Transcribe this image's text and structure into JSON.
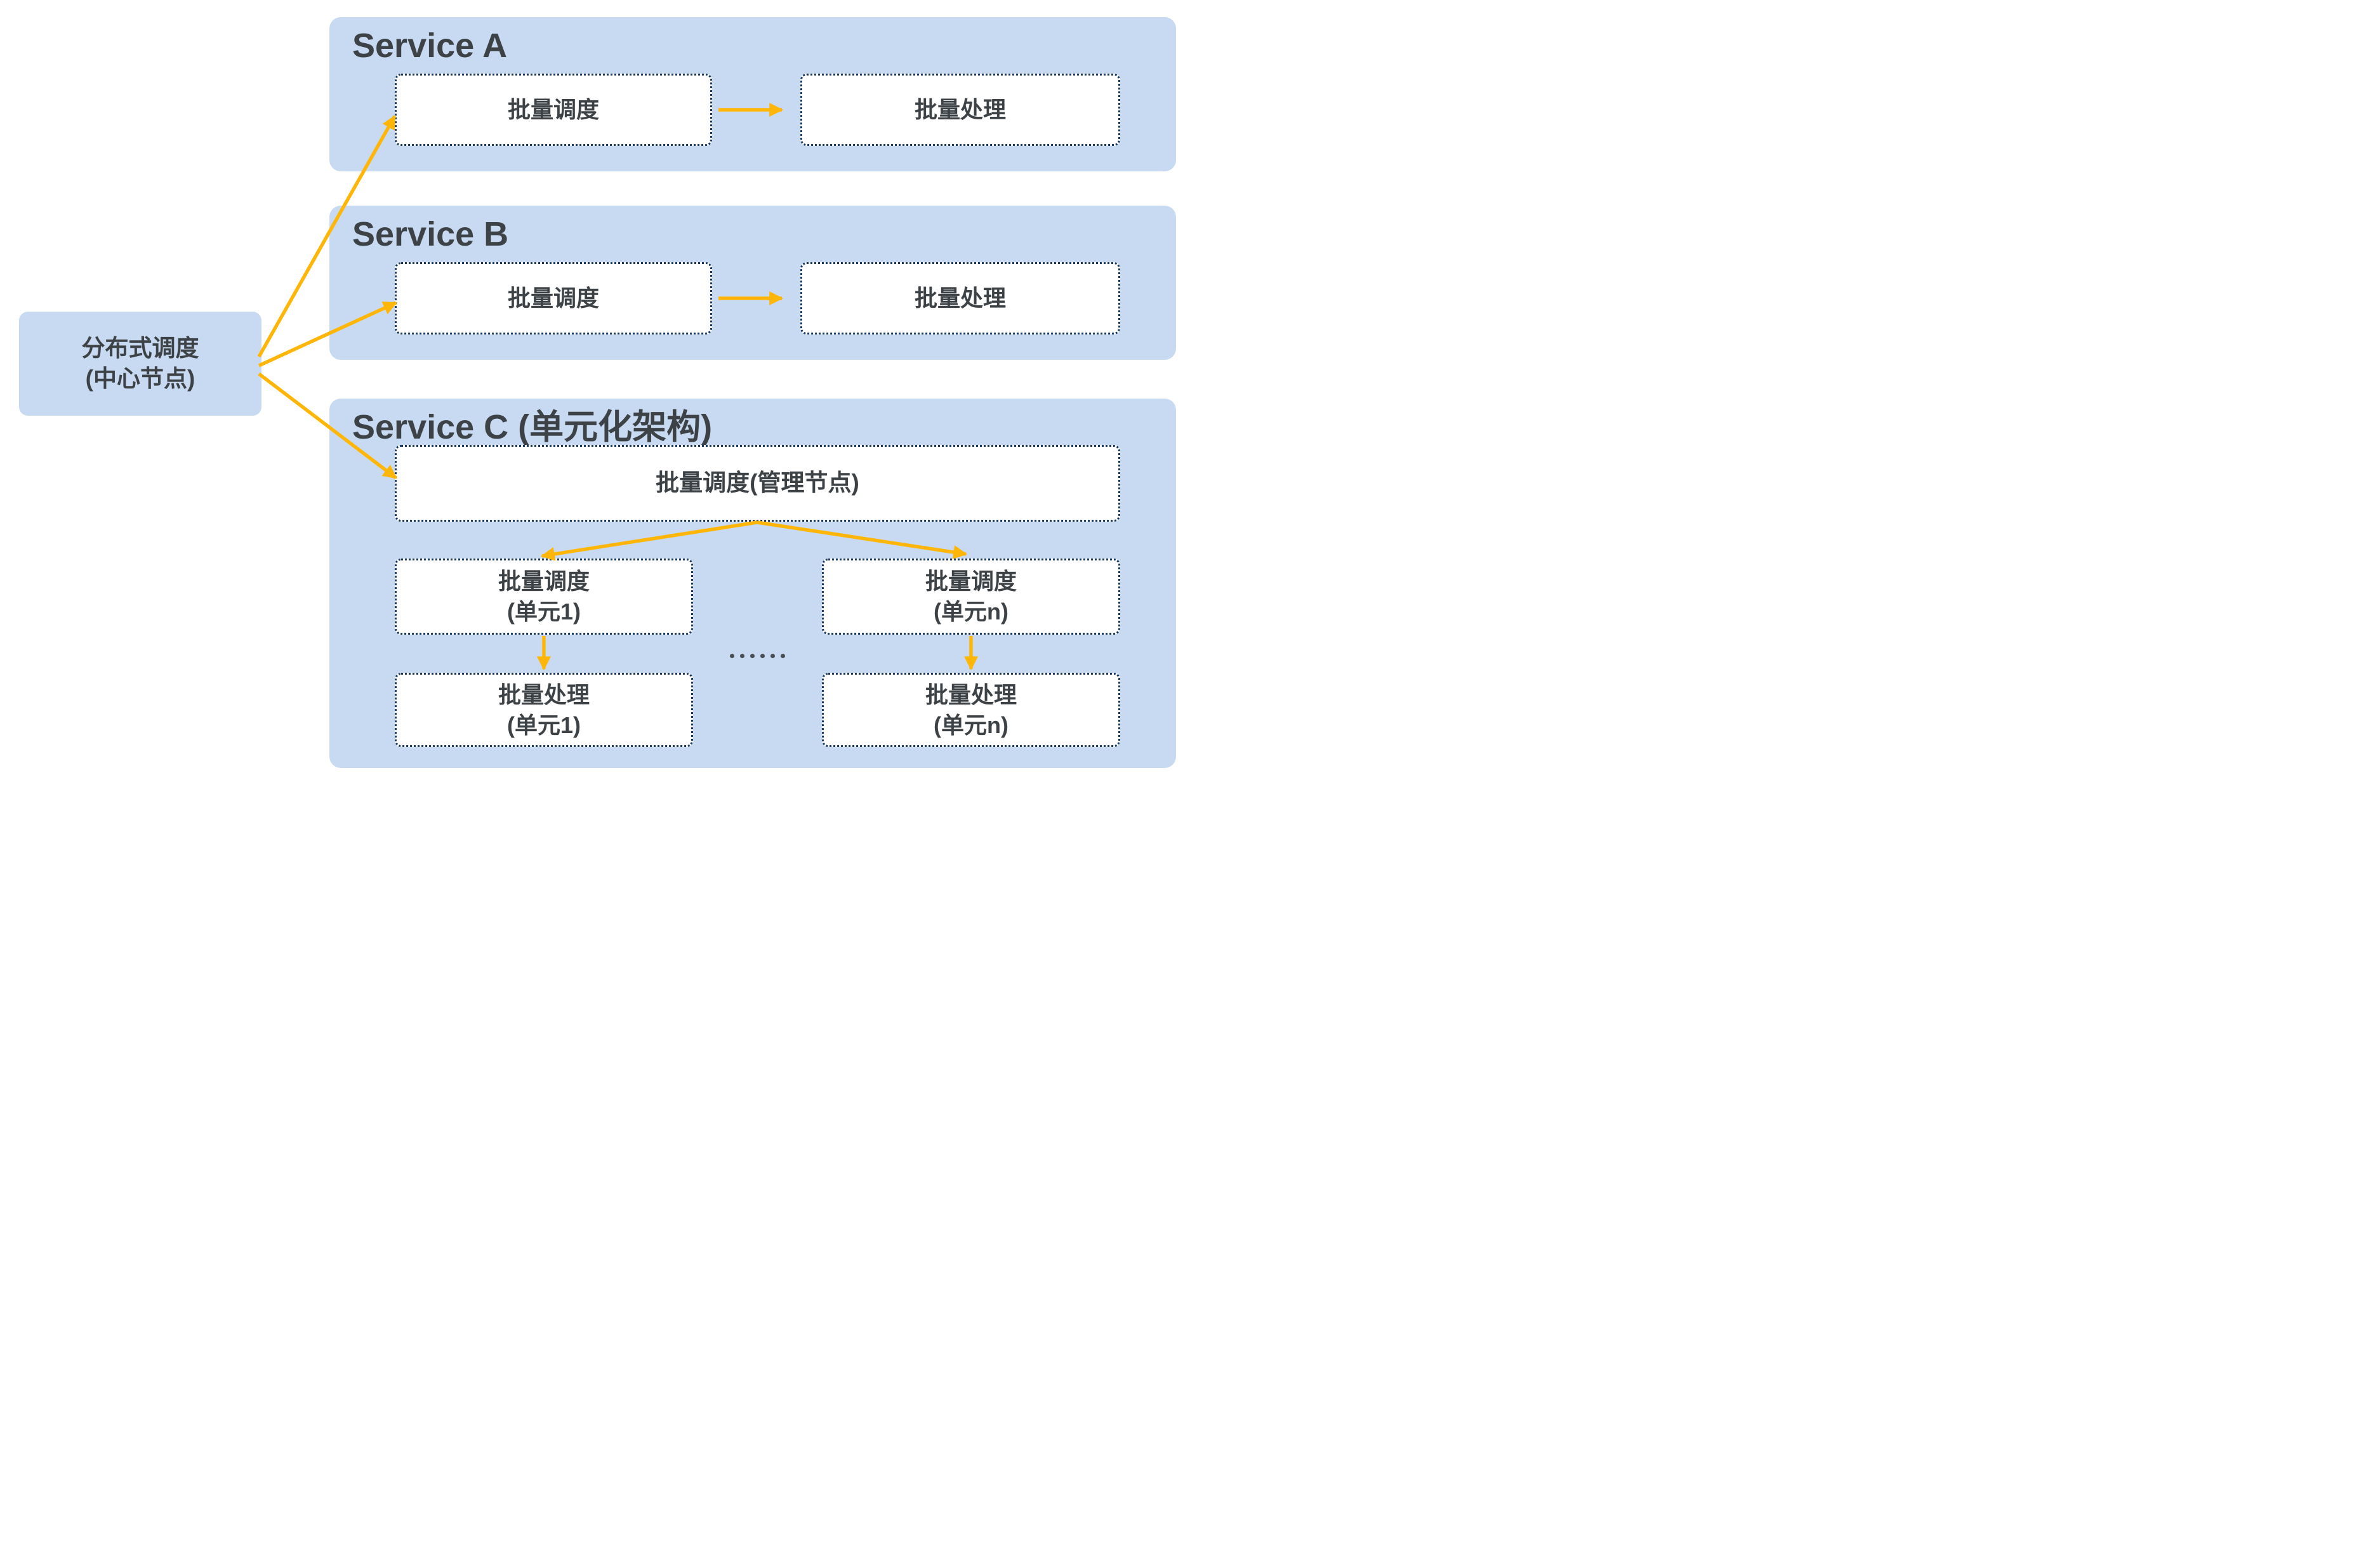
{
  "colors": {
    "background": "#FFFFFF",
    "panel_fill": "#C7DAF1",
    "box_border": "#17375D",
    "text": "#3D4246",
    "arrow": "#FFB608"
  },
  "central_node": {
    "line1": "分布式调度",
    "line2": "(中心节点)"
  },
  "services": [
    {
      "title": "Service A",
      "scheduling_label": "批量调度",
      "processing_label": "批量处理"
    },
    {
      "title": "Service B",
      "scheduling_label": "批量调度",
      "processing_label": "批量处理"
    },
    {
      "title": "Service C (单元化架构)",
      "management_label": "批量调度(管理节点)",
      "units": [
        {
          "scheduling_line1": "批量调度",
          "scheduling_line2": "(单元1)",
          "processing_line1": "批量处理",
          "processing_line2": "(单元1)"
        },
        {
          "scheduling_line1": "批量调度",
          "scheduling_line2": "(单元n)",
          "processing_line1": "批量处理",
          "processing_line2": "(单元n)"
        }
      ],
      "ellipsis": "……"
    }
  ]
}
